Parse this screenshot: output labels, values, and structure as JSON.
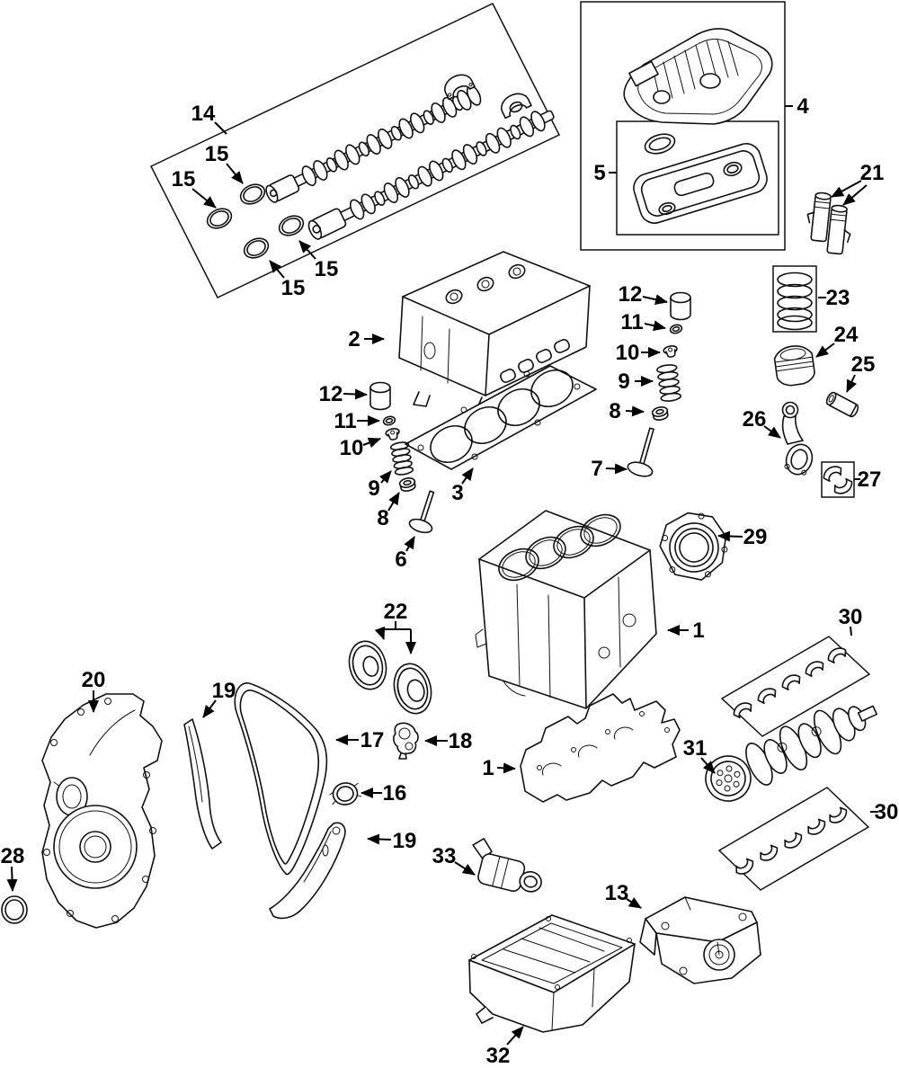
{
  "figure": {
    "background_color": "#ffffff",
    "line_color": "#111111",
    "type": "exploded-engine-parts-diagram"
  },
  "callouts": [
    {
      "label": "14"
    },
    {
      "label": "15"
    },
    {
      "label": "15"
    },
    {
      "label": "15"
    },
    {
      "label": "15"
    },
    {
      "label": "4"
    },
    {
      "label": "5"
    },
    {
      "label": "21"
    },
    {
      "label": "2"
    },
    {
      "label": "3"
    },
    {
      "label": "12"
    },
    {
      "label": "11"
    },
    {
      "label": "10"
    },
    {
      "label": "9"
    },
    {
      "label": "8"
    },
    {
      "label": "6"
    },
    {
      "label": "12"
    },
    {
      "label": "11"
    },
    {
      "label": "10"
    },
    {
      "label": "9"
    },
    {
      "label": "8"
    },
    {
      "label": "7"
    },
    {
      "label": "23"
    },
    {
      "label": "24"
    },
    {
      "label": "25"
    },
    {
      "label": "26"
    },
    {
      "label": "27"
    },
    {
      "label": "29"
    },
    {
      "label": "1"
    },
    {
      "label": "30"
    },
    {
      "label": "31"
    },
    {
      "label": "30"
    },
    {
      "label": "22"
    },
    {
      "label": "20"
    },
    {
      "label": "19"
    },
    {
      "label": "17"
    },
    {
      "label": "18"
    },
    {
      "label": "16"
    },
    {
      "label": "19"
    },
    {
      "label": "28"
    },
    {
      "label": "1"
    },
    {
      "label": "33"
    },
    {
      "label": "13"
    },
    {
      "label": "32"
    }
  ]
}
